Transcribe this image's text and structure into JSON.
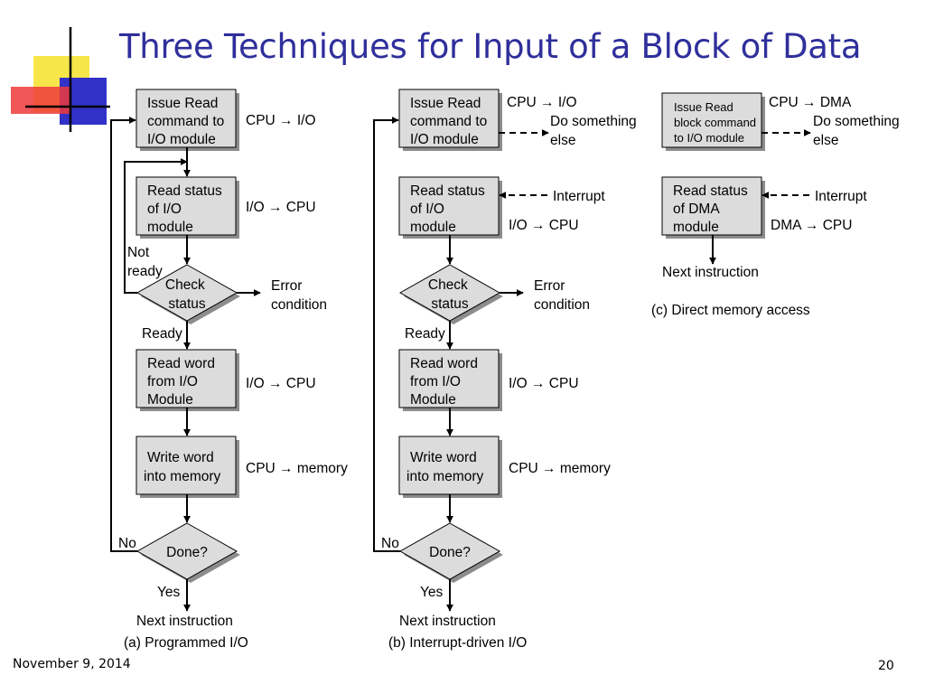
{
  "slide": {
    "title": "Three Techniques for Input of a Block of Data",
    "date": "November 9, 2014",
    "page_number": "20"
  },
  "colors": {
    "title": "#2f2f9c",
    "box_fill": "#dcdcdc",
    "box_shadow": "#8c8c8c",
    "deco_yellow": "#f7e64a",
    "deco_red": "#ef3a3a",
    "deco_blue": "#3232c8"
  },
  "programmed": {
    "box1": [
      "Issue Read",
      "command to",
      "I/O module"
    ],
    "note1": "CPU → I/O",
    "box2": [
      "Read status",
      "of I/O",
      "module"
    ],
    "note2": "I/O → CPU",
    "not_ready": [
      "Not",
      "ready"
    ],
    "check": [
      "Check",
      "status"
    ],
    "error": [
      "Error",
      "condition"
    ],
    "ready": "Ready",
    "box3": [
      "Read word",
      "from I/O",
      "Module"
    ],
    "note3": "I/O → CPU",
    "box4": [
      "Write word",
      "into memory"
    ],
    "note4": "CPU → memory",
    "no": "No",
    "done": "Done?",
    "yes": "Yes",
    "next": "Next instruction",
    "caption": "(a) Programmed I/O"
  },
  "interrupt": {
    "box1": [
      "Issue Read",
      "command to",
      "I/O module"
    ],
    "note1": "CPU → I/O",
    "do_something": [
      "Do something",
      "else"
    ],
    "box2": [
      "Read status",
      "of I/O",
      "module"
    ],
    "interrupt_label": "Interrupt",
    "note2": "I/O → CPU",
    "check": [
      "Check",
      "status"
    ],
    "error": [
      "Error",
      "condition"
    ],
    "ready": "Ready",
    "box3": [
      "Read word",
      "from I/O",
      "Module"
    ],
    "note3": "I/O → CPU",
    "box4": [
      "Write word",
      "into memory"
    ],
    "note4": "CPU → memory",
    "no": "No",
    "done": "Done?",
    "yes": "Yes",
    "next": "Next instruction",
    "caption": "(b) Interrupt-driven I/O"
  },
  "dma": {
    "box1": [
      "Issue Read",
      "block command",
      "to I/O module"
    ],
    "note1": "CPU → DMA",
    "do_something": [
      "Do something",
      "else"
    ],
    "box2": [
      "Read status",
      "of DMA",
      "module"
    ],
    "interrupt_label": "Interrupt",
    "note2": "DMA → CPU",
    "next": "Next instruction",
    "caption": "(c) Direct memory access"
  }
}
